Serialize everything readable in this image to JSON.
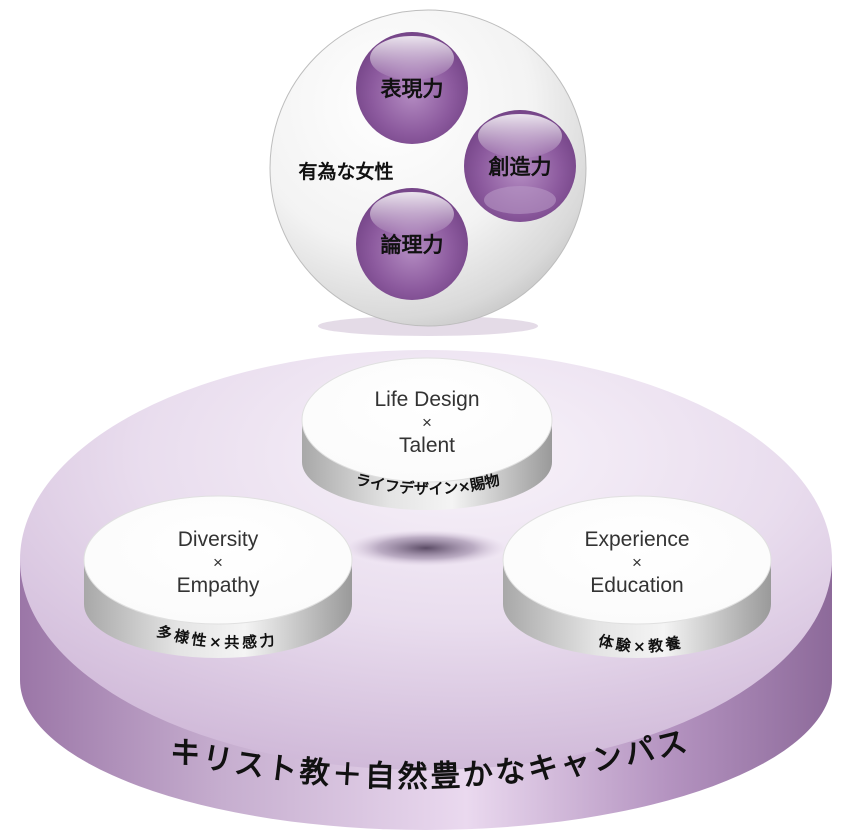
{
  "top_sphere": {
    "center_label": "有為な女性",
    "balls": [
      {
        "key": "expression",
        "label": "表現力"
      },
      {
        "key": "creativity",
        "label": "創造力"
      },
      {
        "key": "logic",
        "label": "論理力"
      }
    ]
  },
  "platform": {
    "base_label": "キリスト教＋自然豊かなキャンパス",
    "discs": [
      {
        "key": "life-design",
        "line1": "Life Design",
        "line2": "×",
        "line3": "Talent",
        "side_label": "ライフデザイン×賜物"
      },
      {
        "key": "diversity",
        "line1": "Diversity",
        "line2": "×",
        "line3": "Empathy",
        "side_label": "多様性×共感力"
      },
      {
        "key": "experience",
        "line1": "Experience",
        "line2": "×",
        "line3": "Education",
        "side_label": "体験×教養"
      }
    ]
  },
  "colors": {
    "platform_top": "#e6d9ea",
    "platform_side": "#a985b4",
    "ball": "#8a5a9b",
    "ball_highlight": "#d9c2e1"
  }
}
